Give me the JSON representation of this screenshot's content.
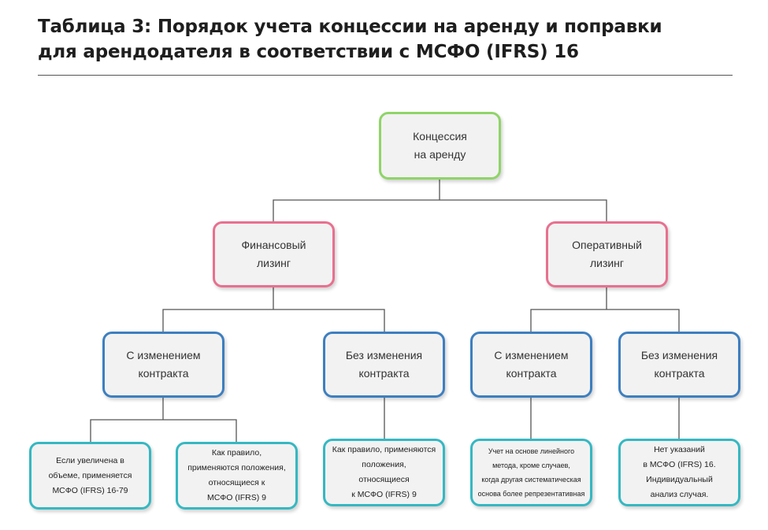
{
  "title": {
    "line1": "Таблица 3: Порядок учета концессии на аренду и поправки",
    "line2": "для арендодателя в соответствии с МСФО (IFRS) 16"
  },
  "nodes": {
    "root": "Концессия\nна аренду",
    "finance": "Финансовый\nлизинг",
    "operating": "Оперативный\nлизинг",
    "fin_mod": "С изменением\nконтракта",
    "fin_nomod": "Без изменения\nконтракта",
    "op_mod": "С изменением\nконтракта",
    "op_nomod": "Без изменения\nконтракта",
    "leaf1": "Если увеличена в\nобъеме, применяется\nМСФО (IFRS) 16-79",
    "leaf2": "Как правило,\nприменяются положения,\nотносящиеся к\nМСФО (IFRS) 9",
    "leaf3": "Как правило, применяются\nположения,\nотносящиеся\nк МСФО (IFRS) 9",
    "leaf4": "Учет на основе линейного\nметода, кроме случаев,\nкогда другая систематическая\nоснова более репрезентативная",
    "leaf5": "Нет указаний\nв МСФО (IFRS) 16.\nИндивидуальный\nанализ случая."
  },
  "colors": {
    "root_border": "#8fd468",
    "lease_border": "#e8708f",
    "contract_border": "#3d7fc0",
    "leaf_border": "#35b8c2",
    "connector": "#555555",
    "node_fill": "#f2f2f2"
  }
}
